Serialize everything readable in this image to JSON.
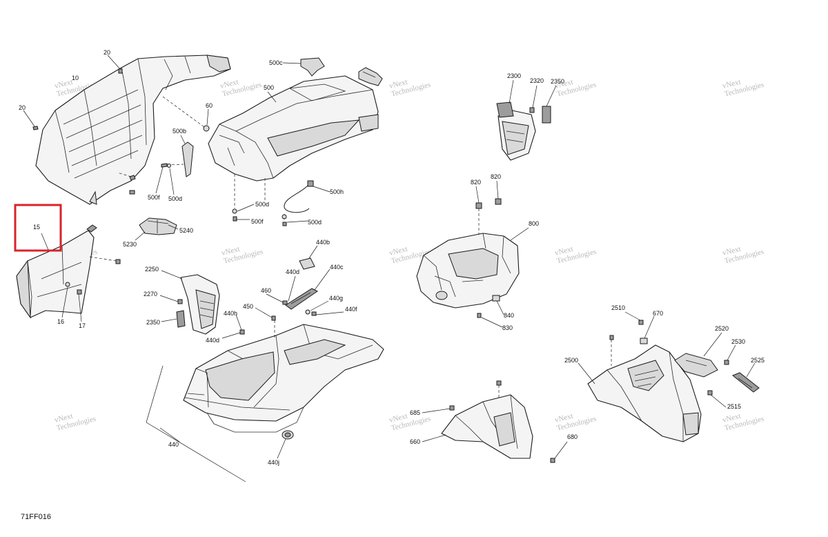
{
  "diagram_code": "71FF016",
  "watermark": {
    "line1": "vNext",
    "line2": "Technologies"
  },
  "highlight": {
    "callout": "15",
    "stroke": "#d9232a"
  },
  "callouts": [
    {
      "id": "c20a",
      "label": "20"
    },
    {
      "id": "c10",
      "label": "10"
    },
    {
      "id": "c20b",
      "label": "20"
    },
    {
      "id": "c60",
      "label": "60"
    },
    {
      "id": "c500c",
      "label": "500c"
    },
    {
      "id": "c500",
      "label": "500"
    },
    {
      "id": "c500b",
      "label": "500b"
    },
    {
      "id": "c500f1",
      "label": "500f"
    },
    {
      "id": "c500d1",
      "label": "500d"
    },
    {
      "id": "c500h",
      "label": "500h"
    },
    {
      "id": "c500d2",
      "label": "500d"
    },
    {
      "id": "c500f2",
      "label": "500f"
    },
    {
      "id": "c500d3",
      "label": "500d"
    },
    {
      "id": "c5240",
      "label": "5240"
    },
    {
      "id": "c5230",
      "label": "5230"
    },
    {
      "id": "c15",
      "label": "15"
    },
    {
      "id": "c16",
      "label": "16"
    },
    {
      "id": "c17",
      "label": "17"
    },
    {
      "id": "c2250",
      "label": "2250"
    },
    {
      "id": "c2270",
      "label": "2270"
    },
    {
      "id": "c2350a",
      "label": "2350"
    },
    {
      "id": "c440b",
      "label": "440b"
    },
    {
      "id": "c440d1",
      "label": "440d"
    },
    {
      "id": "c440c",
      "label": "440c"
    },
    {
      "id": "c460",
      "label": "460"
    },
    {
      "id": "c440g",
      "label": "440g"
    },
    {
      "id": "c450",
      "label": "450"
    },
    {
      "id": "c440f",
      "label": "440f"
    },
    {
      "id": "c440h",
      "label": "440h"
    },
    {
      "id": "c440d2",
      "label": "440d"
    },
    {
      "id": "c440",
      "label": "440"
    },
    {
      "id": "c440j",
      "label": "440j"
    },
    {
      "id": "c2300",
      "label": "2300"
    },
    {
      "id": "c2320",
      "label": "2320"
    },
    {
      "id": "c2350b",
      "label": "2350"
    },
    {
      "id": "c820a",
      "label": "820"
    },
    {
      "id": "c820b",
      "label": "820"
    },
    {
      "id": "c800",
      "label": "800"
    },
    {
      "id": "c840",
      "label": "840"
    },
    {
      "id": "c830",
      "label": "830"
    },
    {
      "id": "c685",
      "label": "685"
    },
    {
      "id": "c660",
      "label": "660"
    },
    {
      "id": "c680",
      "label": "680"
    },
    {
      "id": "c2510",
      "label": "2510"
    },
    {
      "id": "c670",
      "label": "670"
    },
    {
      "id": "c2520",
      "label": "2520"
    },
    {
      "id": "c2530",
      "label": "2530"
    },
    {
      "id": "c2500",
      "label": "2500"
    },
    {
      "id": "c2525",
      "label": "2525"
    },
    {
      "id": "c2515",
      "label": "2515"
    }
  ]
}
